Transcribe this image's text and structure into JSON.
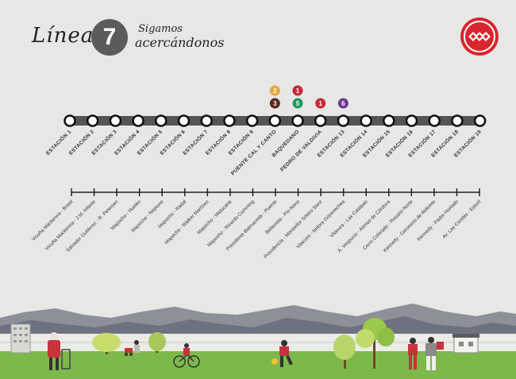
{
  "header": {
    "linea_label": "Línea",
    "line_number": "7",
    "slogan_line1": "Sigamos",
    "slogan_line2": "acercándonos"
  },
  "colors": {
    "background": "#e7e7e6",
    "track": "#555555",
    "line_badge": "#5b5b59",
    "logo_red": "#d8262e",
    "combination_3": "#5a2a1f",
    "combination_2": "#e4a83a",
    "combination_5": "#1f9a5b",
    "combination_1": "#c42a36",
    "combination_6": "#6b3a8c",
    "grass": "#7db84b",
    "mountains_far": "#8d9098",
    "mountains_near": "#6e7280"
  },
  "icons": {
    "logo": "metro-logo-icon"
  },
  "stations": [
    {
      "label": "ESTACIÓN 1",
      "combinations": []
    },
    {
      "label": "ESTACIÓN 2",
      "combinations": []
    },
    {
      "label": "ESTACIÓN 3",
      "combinations": []
    },
    {
      "label": "ESTACIÓN 4",
      "combinations": []
    },
    {
      "label": "ESTACIÓN 5",
      "combinations": []
    },
    {
      "label": "ESTACIÓN 6",
      "combinations": []
    },
    {
      "label": "ESTACIÓN 7",
      "combinations": []
    },
    {
      "label": "ESTACIÓN 8",
      "combinations": []
    },
    {
      "label": "ESTACIÓN 9",
      "combinations": []
    },
    {
      "label": "PUENTE CAL Y CANTO",
      "combinations": [
        "3",
        "2"
      ]
    },
    {
      "label": "BAQUEDANO",
      "combinations": [
        "5",
        "1"
      ]
    },
    {
      "label": "PEDRO DE VALDIVIA",
      "combinations": [
        "1"
      ]
    },
    {
      "label": "ESTACIÓN 13",
      "combinations": [
        "6"
      ]
    },
    {
      "label": "ESTACIÓN 14",
      "combinations": []
    },
    {
      "label": "ESTACIÓN 15",
      "combinations": []
    },
    {
      "label": "ESTACIÓN 16",
      "combinations": []
    },
    {
      "label": "ESTACIÓN 17",
      "combinations": []
    },
    {
      "label": "ESTACIÓN 18",
      "combinations": []
    },
    {
      "label": "ESTACIÓN 19",
      "combinations": []
    }
  ],
  "locations": [
    "Vicuña Mackenna - Brasil",
    "Vicuña Mackenna - J.M. Infante",
    "Salvador Gutiérrez - R. Petersen",
    "Mapocho - Huelén",
    "Mapocho - Neptuno",
    "Mapocho - Radal",
    "Mapocho - Walker Martínez",
    "Mapocho - Matucana",
    "Mapocho - Ricardo Cumming",
    "Presidente Balmaceda - Puente",
    "Bellavista - Pío Nono",
    "Providencia - Monseñor Sótero Sanz",
    "Vitacura - Isidora Goyenechea",
    "Vitacura - Las Catalpas",
    "A. Vespucio - Alonso de Córdova",
    "Cerro Colorado - Rosario Norte",
    "Kennedy - Geronimo de Alderete",
    "Kennedy - Padre Hurtado",
    "Av. Las Condes - Estoril"
  ]
}
